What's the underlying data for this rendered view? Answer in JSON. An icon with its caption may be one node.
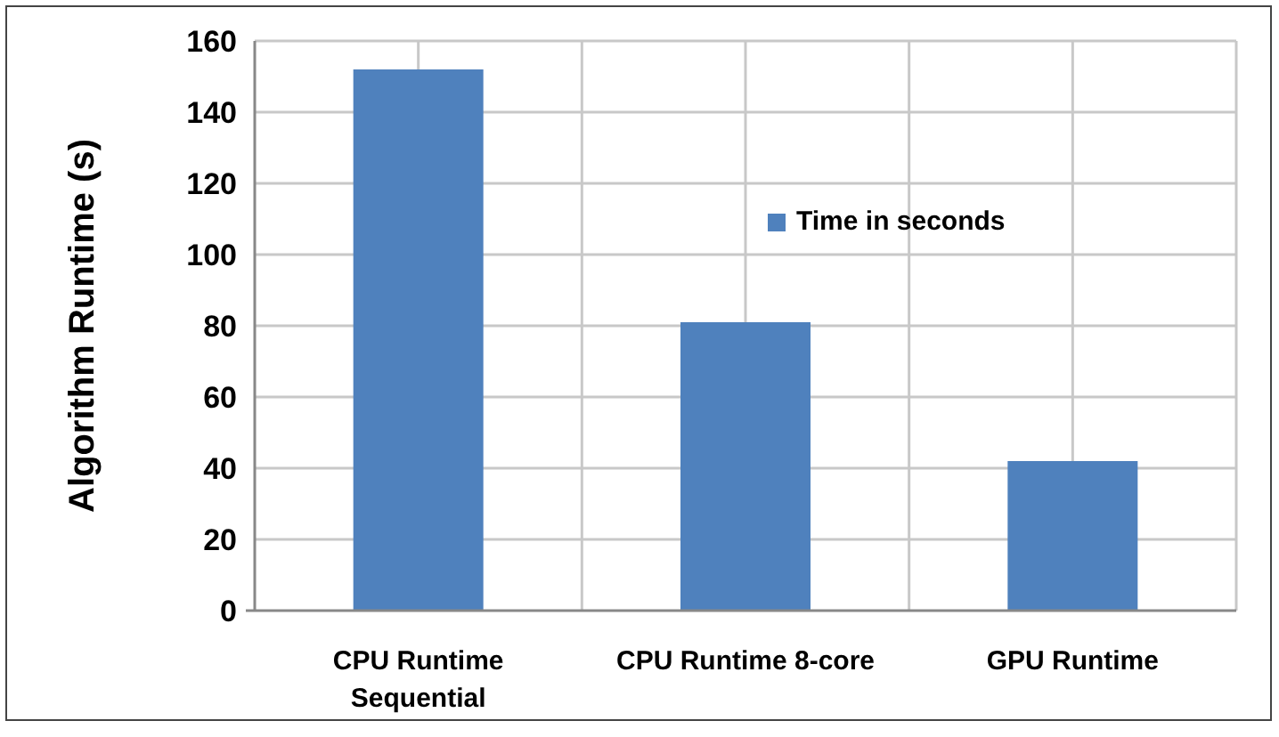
{
  "diagram": {
    "chart_data": {
      "type": "bar",
      "ylabel": "Algorithm Runtime (s)",
      "categories": [
        "CPU Runtime Sequential",
        "CPU Runtime 8-core",
        "GPU Runtime"
      ],
      "series": [
        {
          "name": "Time in seconds",
          "color": "#4f81bd",
          "values": [
            152,
            81,
            42
          ]
        }
      ],
      "ylim": [
        0,
        160
      ],
      "grid": true,
      "yticks": [
        0,
        20,
        40,
        60,
        80,
        100,
        120,
        140,
        160
      ]
    }
  }
}
